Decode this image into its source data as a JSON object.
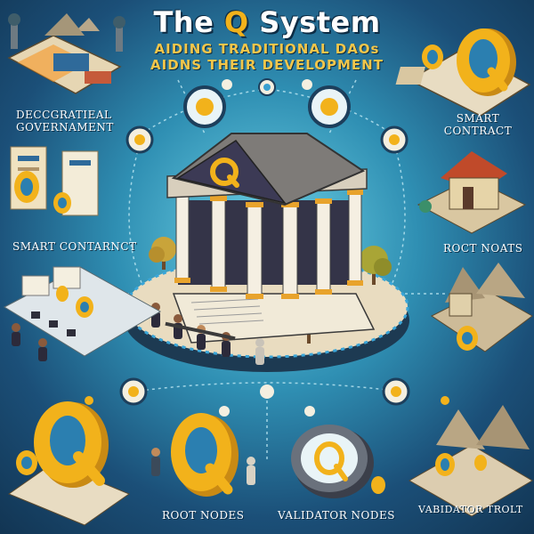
{
  "header": {
    "title_prefix": "The ",
    "title_q": "Q",
    "title_suffix": " System",
    "subtitle_line1": "AIDING TRADITIONAL DAOs",
    "subtitle_line2": "AIDNS THEIR DEVELOPMENT"
  },
  "labels": {
    "top_left": "DECCGRATIEAL GOVERNAMENT",
    "top_right": "SMART CONTRACT",
    "mid_left": "SMART CONTARNCT",
    "mid_right": "ROCT NOATS",
    "bottom_left": "ROOT NODES",
    "bottom_mid": "VALIDATOR NODES",
    "bottom_right": "VABIDATOR TROLT"
  },
  "colors": {
    "gold": "#f2b21b",
    "background_center": "#6fd3e6",
    "background_edge": "#123553"
  }
}
